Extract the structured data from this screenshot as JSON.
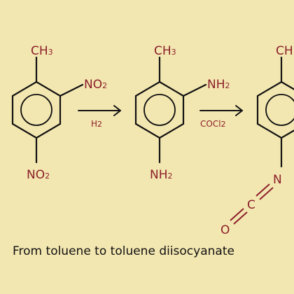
{
  "molecules": {
    "dinitrotoluene": {
      "top_group": "CH3",
      "side_group": "NO2",
      "bottom_group": "NO2"
    },
    "toluenediamine": {
      "top_group": "CH3",
      "side_group": "NH2",
      "bottom_group": "NH2"
    },
    "diisocyanate": {
      "top_group": "CH",
      "nitrogen": "N",
      "carbon": "C",
      "oxygen": "O"
    }
  },
  "reactions": {
    "step1_reagent": "H2",
    "step2_reagent": "COCl2"
  },
  "caption": "From toluene to toluene diisocyanate",
  "colors": {
    "background": "#f3e7b1",
    "labels": "#8b1e2a",
    "bonds": "#111111"
  }
}
